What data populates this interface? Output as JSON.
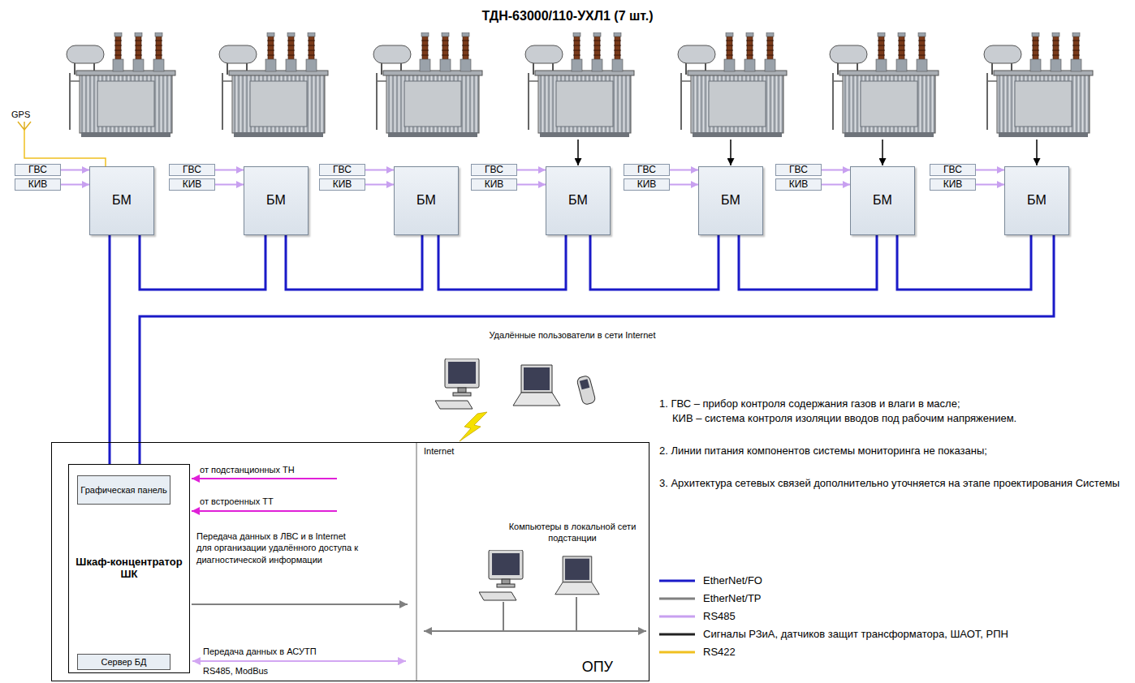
{
  "diagram": {
    "title": "ТДН-63000/110-УХЛ1 (7 шт.)",
    "nodes": [
      {
        "text": [
          "ГВС"
        ]
      },
      {
        "text": [
          "КИВ"
        ]
      },
      {
        "text": [
          "БМ"
        ]
      },
      {
        "text": [
          "ГВС"
        ]
      },
      {
        "text": [
          "КИВ"
        ]
      },
      {
        "text": [
          "БМ"
        ]
      },
      {
        "text": [
          "ГВС"
        ]
      },
      {
        "text": [
          "КИВ"
        ]
      },
      {
        "text": [
          "БМ"
        ]
      },
      {
        "text": [
          "ГВС"
        ]
      },
      {
        "text": [
          "КИВ"
        ]
      },
      {
        "text": [
          "БМ"
        ]
      },
      {
        "text": [
          "ГВС"
        ]
      },
      {
        "text": [
          "КИВ"
        ]
      },
      {
        "text": [
          "БМ"
        ]
      },
      {
        "text": [
          "ГВС"
        ]
      },
      {
        "text": [
          "КИВ"
        ]
      },
      {
        "text": [
          "БМ"
        ]
      },
      {
        "text": [
          "ГВС"
        ]
      },
      {
        "text": [
          "КИВ"
        ]
      },
      {
        "text": [
          "БМ"
        ]
      },
      {
        "text": [
          "ОПУ"
        ]
      },
      {
        "text": [
          "Шкаф-концентратор ШК"
        ],
        "in": 21
      },
      {
        "text": [
          "Графическая панель"
        ],
        "in": 22
      },
      {
        "text": [
          "Сервер БД"
        ],
        "in": 22
      }
    ],
    "edges": [
      {
        "from": 0,
        "to": 2,
        "arrow": "to"
      },
      {
        "from": 1,
        "to": 2,
        "arrow": "to"
      },
      {
        "from": 3,
        "to": 5,
        "arrow": "to"
      },
      {
        "from": 4,
        "to": 5,
        "arrow": "to"
      },
      {
        "from": 6,
        "to": 8,
        "arrow": "to"
      },
      {
        "from": 7,
        "to": 8,
        "arrow": "to"
      },
      {
        "from": 9,
        "to": 11,
        "arrow": "to"
      },
      {
        "from": 10,
        "to": 11,
        "arrow": "to"
      },
      {
        "from": 12,
        "to": 14,
        "arrow": "to"
      },
      {
        "from": 13,
        "to": 14,
        "arrow": "to"
      },
      {
        "from": 15,
        "to": 17,
        "arrow": "to"
      },
      {
        "from": 16,
        "to": 17,
        "arrow": "to"
      },
      {
        "from": 18,
        "to": 20,
        "arrow": "to"
      },
      {
        "from": 19,
        "to": 20,
        "arrow": "to"
      },
      {
        "from": 22,
        "to": 2,
        "arrow": "none"
      },
      {
        "from": 2,
        "to": 5,
        "arrow": "none"
      },
      {
        "from": 5,
        "to": 8,
        "arrow": "none"
      },
      {
        "from": 8,
        "to": 11,
        "arrow": "none"
      },
      {
        "from": 11,
        "to": 14,
        "arrow": "none"
      },
      {
        "from": 14,
        "to": 17,
        "arrow": "none"
      },
      {
        "from": 17,
        "to": 20,
        "arrow": "none"
      },
      {
        "from": 20,
        "to": 22,
        "arrow": "none"
      }
    ],
    "labels": [
      "GPS",
      "от подстанционных ТН",
      "от встроенных ТТ",
      "Передача данных в ЛВС и в Internet для организации удалённого доступа к диагностической информации",
      "Передача данных в АСУТП",
      "RS485, ModBus",
      "Internet",
      "Удалённые пользователи в сети Internet",
      "Компьютеры в локальной сети подстанции",
      "1. ГВС – прибор контроля содержания газов и влаги в масле;",
      "КИВ – система контроля изоляции вводов под рабочим напряжением.",
      "2. Линии питания компонентов системы мониторинга не показаны;",
      "3. Архитектура сетевых связей дополнительно уточняется на этапе проектирования Системы"
    ],
    "legend": [
      {
        "text": "EtherNet/FO"
      },
      {
        "text": "EtherNet/TP"
      },
      {
        "text": "RS485"
      },
      {
        "text": "Сигналы РЗиА, датчиков защит трансформатора, ШАОТ, РПН"
      },
      {
        "text": "RS422"
      }
    ]
  }
}
